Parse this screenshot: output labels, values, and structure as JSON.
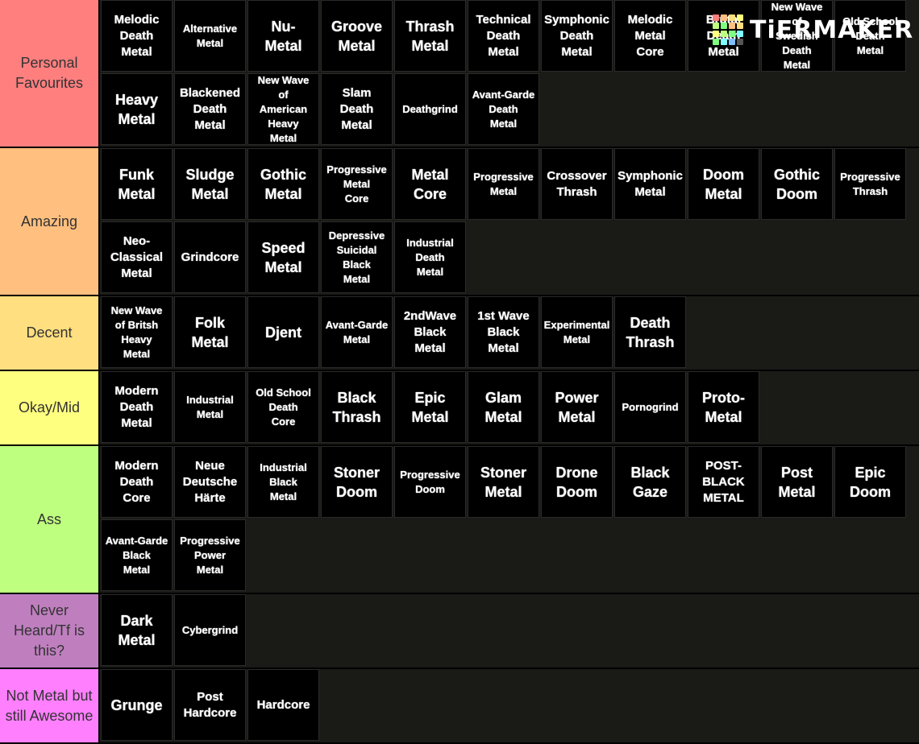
{
  "branding": {
    "logo_text": "TiERMAKER",
    "logo_colors": [
      "#ff7f7f",
      "#ffbf7f",
      "#ffdf7f",
      "#ffff7f",
      "#bfff7f",
      "#7fff7f",
      "#ffbf7f",
      "#ffdf7f",
      "#ffff7f",
      "#bfff7f",
      "#7fff7f",
      "#7fffff",
      "#7fff7f",
      "#7fffff",
      "#7fbfff",
      "#555555"
    ]
  },
  "tiers": [
    {
      "label": "Personal Favourites",
      "color": "#ff7f7f",
      "height": 182,
      "items": [
        "Melodic\nDeath\nMetal",
        "Alternative\nMetal",
        "Nu-\nMetal",
        "Groove\nMetal",
        "Thrash\nMetal",
        "Technical\nDeath\nMetal",
        "Symphonic\nDeath\nMetal",
        "Melodic\nMetal\nCore",
        "Brutal\nDeath\nMetal",
        "New Wave\nof\nSwedish\nDeath\nMetal",
        "Old School\nDeath\nMetal",
        "Heavy\nMetal",
        "Blackened\nDeath\nMetal",
        "New Wave\nof\nAmerican\nHeavy\nMetal",
        "Slam\nDeath\nMetal",
        "Deathgrind",
        "Avant-Garde\nDeath\nMetal"
      ]
    },
    {
      "label": "Amazing",
      "color": "#ffbf7f",
      "height": 182,
      "items": [
        "Funk\nMetal",
        "Sludge\nMetal",
        "Gothic\nMetal",
        "Progressive\nMetal\nCore",
        "Metal\nCore",
        "Progressive\nMetal",
        "Crossover\nThrash",
        "Symphonic\nMetal",
        "Doom\nMetal",
        "Gothic\nDoom",
        "Progressive\nThrash",
        "Neo-\nClassical\nMetal",
        "Grindcore",
        "Speed\nMetal",
        "Depressive\nSuicidal\nBlack\nMetal",
        "Industrial\nDeath\nMetal"
      ]
    },
    {
      "label": "Decent",
      "color": "#ffdf7f",
      "height": 91,
      "items": [
        "New Wave\nof Britsh\nHeavy\nMetal",
        "Folk\nMetal",
        "Djent",
        "Avant-Garde\nMetal",
        "2ndWave\nBlack\nMetal",
        "1st Wave\nBlack\nMetal",
        "Experimental\nMetal",
        "Death\nThrash"
      ]
    },
    {
      "label": "Okay/Mid",
      "color": "#ffff7f",
      "height": 91,
      "items": [
        "Modern\nDeath\nMetal",
        "Industrial\nMetal",
        "Old School\nDeath\nCore",
        "Black\nThrash",
        "Epic\nMetal",
        "Glam\nMetal",
        "Power\nMetal",
        "Pornogrind",
        "Proto-\nMetal"
      ]
    },
    {
      "label": "Ass",
      "color": "#bfff7f",
      "height": 182,
      "items": [
        "Modern\nDeath\nCore",
        "Neue\nDeutsche\nHärte",
        "Industrial\nBlack\nMetal",
        "Stoner\nDoom",
        "Progressive\nDoom",
        "Stoner\nMetal",
        "Drone\nDoom",
        "Black\nGaze",
        "POST-\nBLACK\nMETAL",
        "Post\nMetal",
        "Epic\nDoom",
        "Avant-Garde\nBlack\nMetal",
        "Progressive\nPower\nMetal"
      ]
    },
    {
      "label": "Never Heard/Tf is this?",
      "color": "#bf7fbf",
      "height": 91,
      "items": [
        "Dark\nMetal",
        "Cybergrind"
      ]
    },
    {
      "label": "Not Metal but still Awesome",
      "color": "#ff7fff",
      "height": 91,
      "items": [
        "Grunge",
        "Post\nHardcore",
        "Hardcore"
      ]
    }
  ]
}
